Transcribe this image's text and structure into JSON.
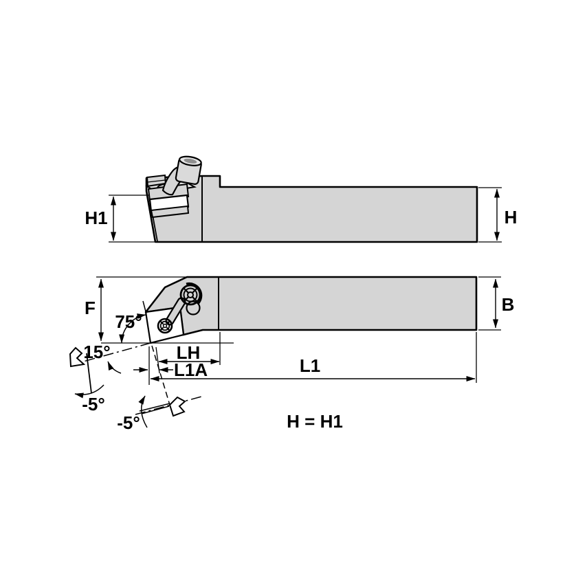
{
  "drawing": {
    "type": "engineering-diagram",
    "subject": "lathe turning toolholder, side view and plan view with dimension callouts",
    "note": "H = H1",
    "colors": {
      "body": "#d5d5d5",
      "outline": "#000000",
      "insert": "#ffffff",
      "topface": "#e3e3e3",
      "cylinder": "#dadada",
      "cap": "#e6e6e6",
      "bore": "#8f8f8f",
      "background": "#ffffff"
    },
    "side_view": {
      "dim_h1": "H1",
      "dim_h": "H"
    },
    "plan_view": {
      "dim_f": "F",
      "dim_b": "B",
      "dim_lh": "LH",
      "dim_l1a": "L1A",
      "dim_l1": "L1",
      "lead_angle": "75°",
      "edge_angle": "15°",
      "back_rake_angle": "-5°",
      "side_rake_angle": "-5°"
    }
  }
}
